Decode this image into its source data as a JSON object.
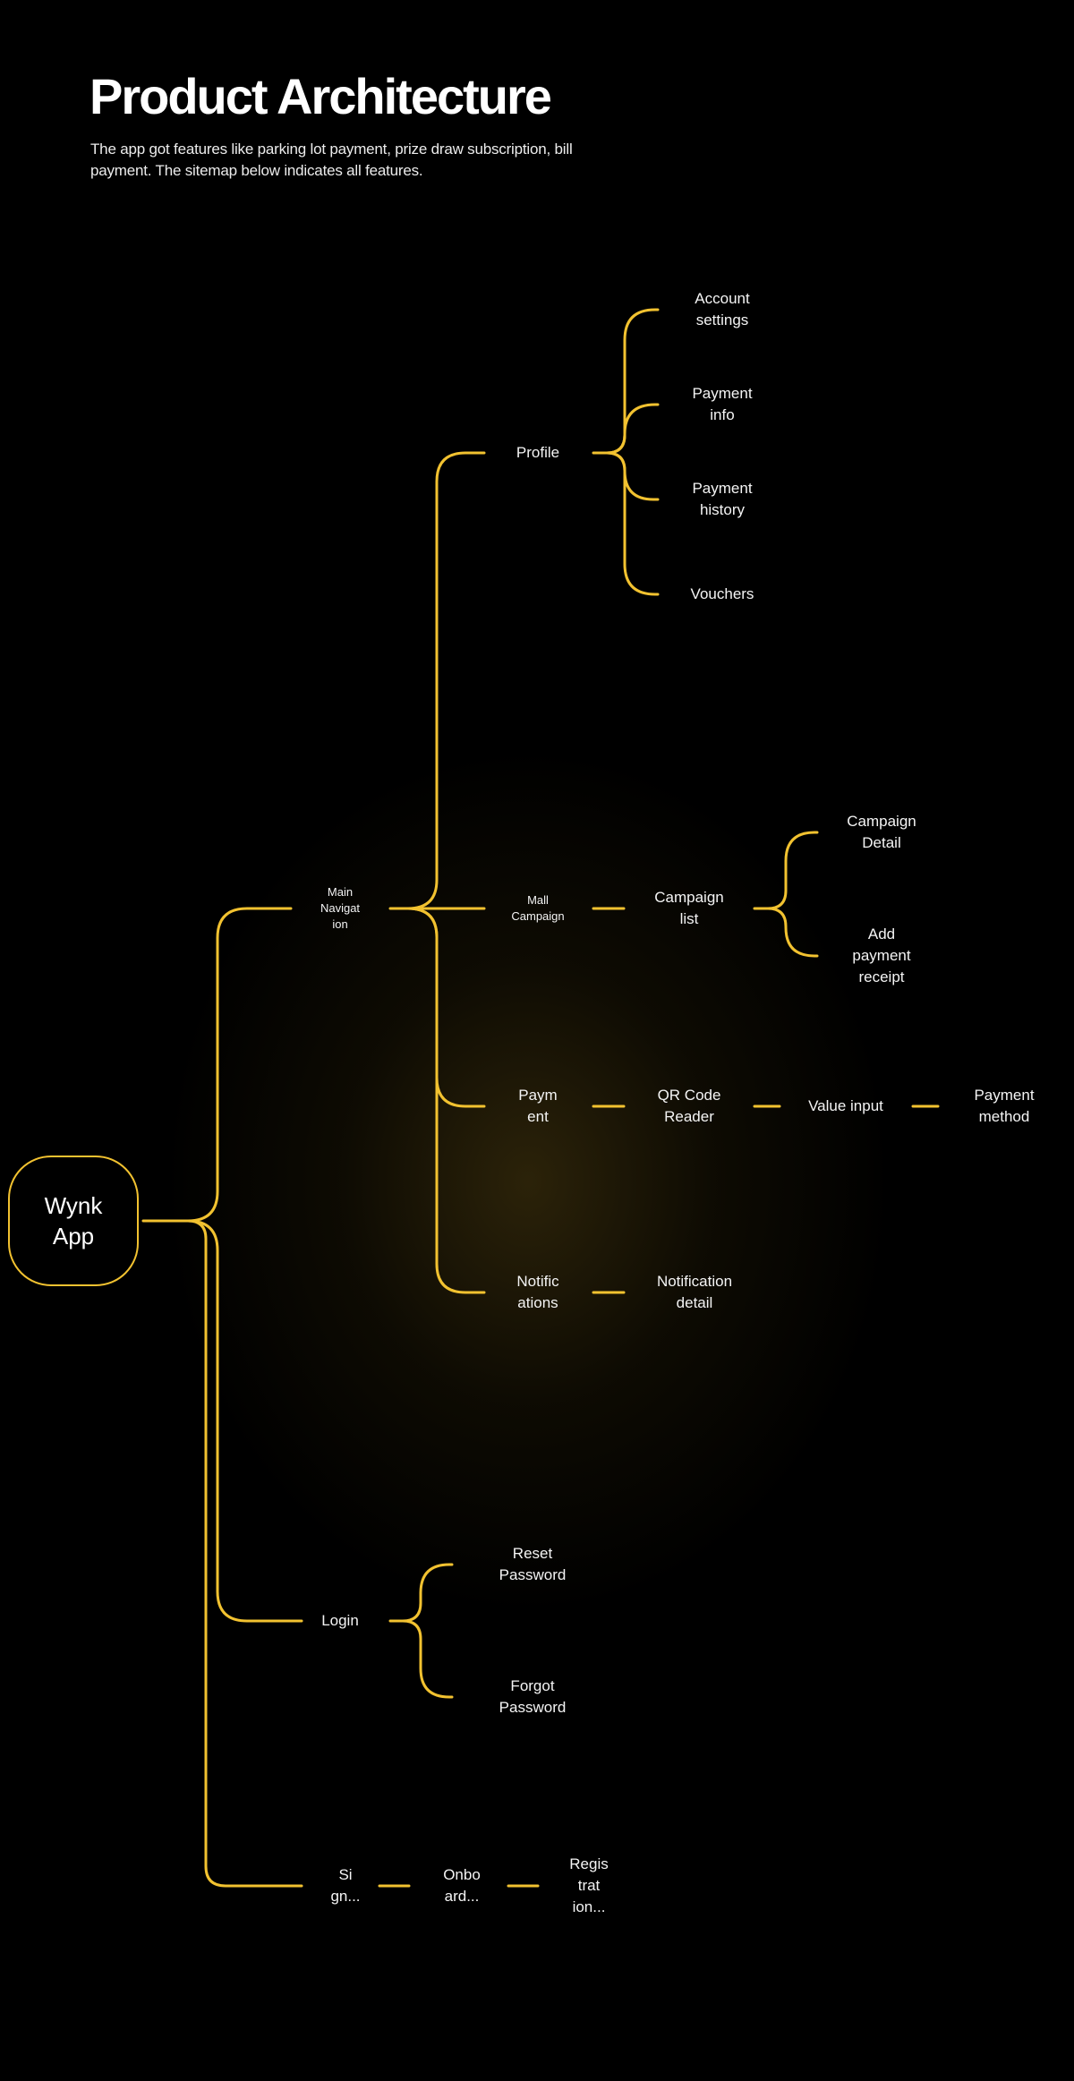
{
  "header": {
    "title": "Product Architecture",
    "subtitle": "The app got features like parking lot payment, prize draw subscription, bill payment. The sitemap below indicates all features."
  },
  "colors": {
    "background": "#000000",
    "connector": "#F2C230",
    "text": "#FFFFFF"
  },
  "sitemap": {
    "root": "Wynk\nApp",
    "main_navigation": "Main\nNavigat\nion",
    "profile": "Profile",
    "profile_children": {
      "account_settings": "Account\nsettings",
      "payment_info": "Payment\ninfo",
      "payment_history": "Payment\nhistory",
      "vouchers": "Vouchers"
    },
    "mall_campaign": "Mall\nCampaign",
    "campaign_list": "Campaign\nlist",
    "campaign_detail": "Campaign\nDetail",
    "add_payment_receipt": "Add\npayment\nreceipt",
    "payment": "Paym\nent",
    "qr_code_reader": "QR Code\nReader",
    "value_input": "Value input",
    "payment_method": "Payment\nmethod",
    "notifications": "Notific\nations",
    "notification_detail": "Notification\ndetail",
    "login": "Login",
    "reset_password": "Reset\nPassword",
    "forgot_password": "Forgot\nPassword",
    "sign_up": "Si\ngn...",
    "onboard": "Onbo\nard...",
    "registration": "Regis\ntrat\nion..."
  }
}
